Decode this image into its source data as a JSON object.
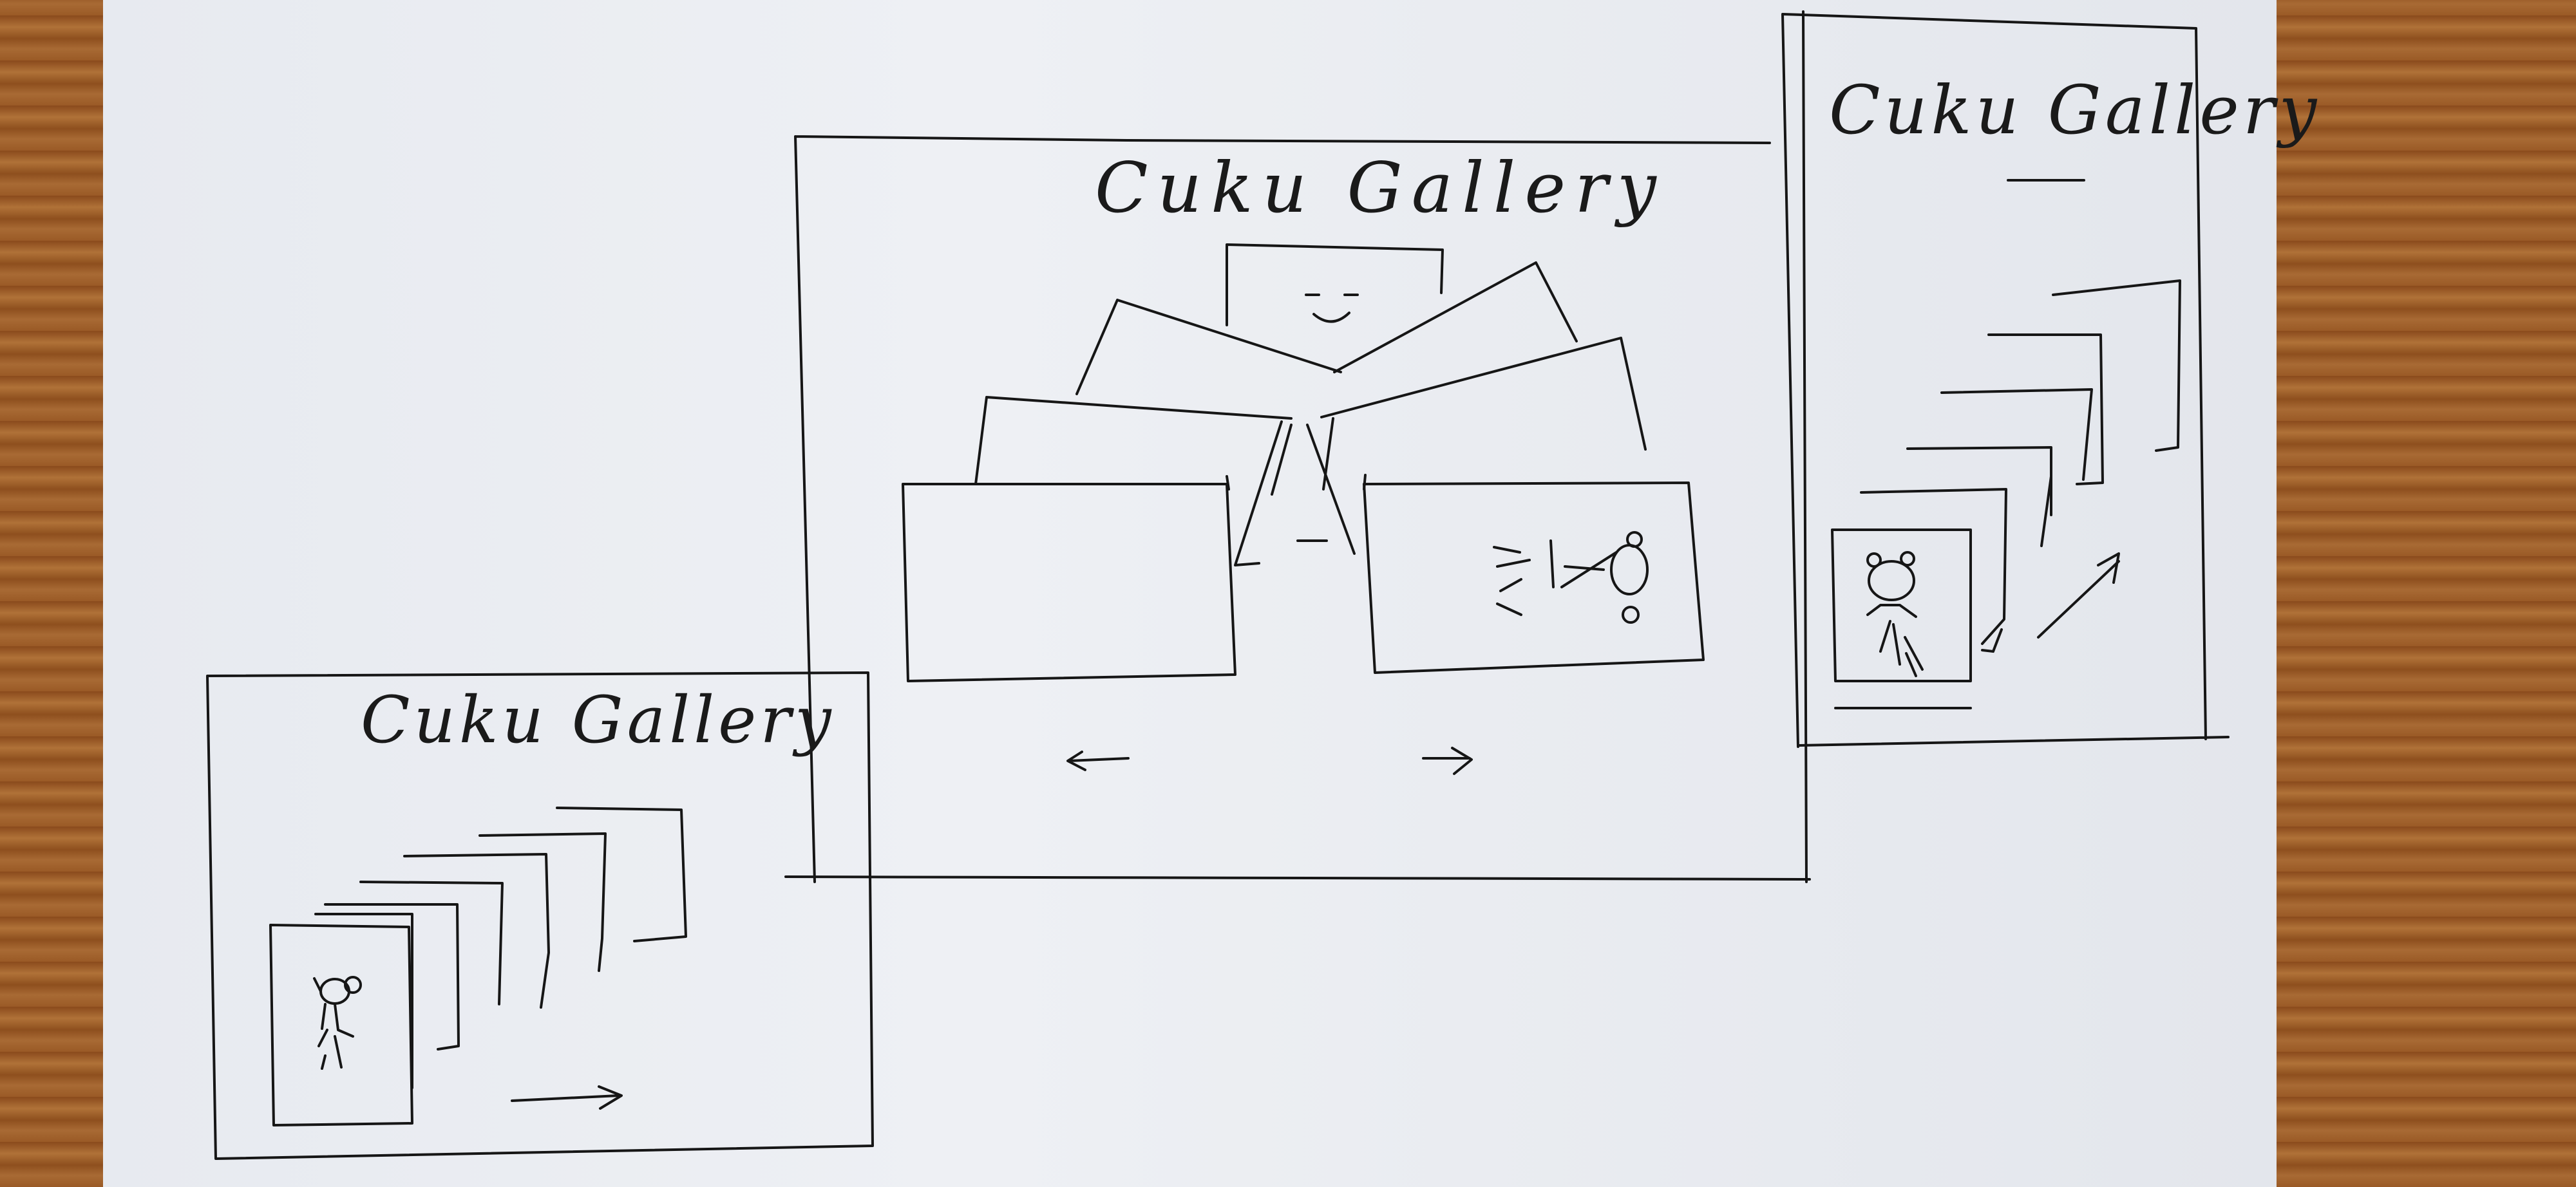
{
  "center_frame": {
    "title": "Cuku Gallery",
    "prev_arrow": "←",
    "next_arrow": "→"
  },
  "right_frame": {
    "title": "Cuku Gallery"
  },
  "bottom_left_frame": {
    "title": "Cuku Gallery"
  }
}
